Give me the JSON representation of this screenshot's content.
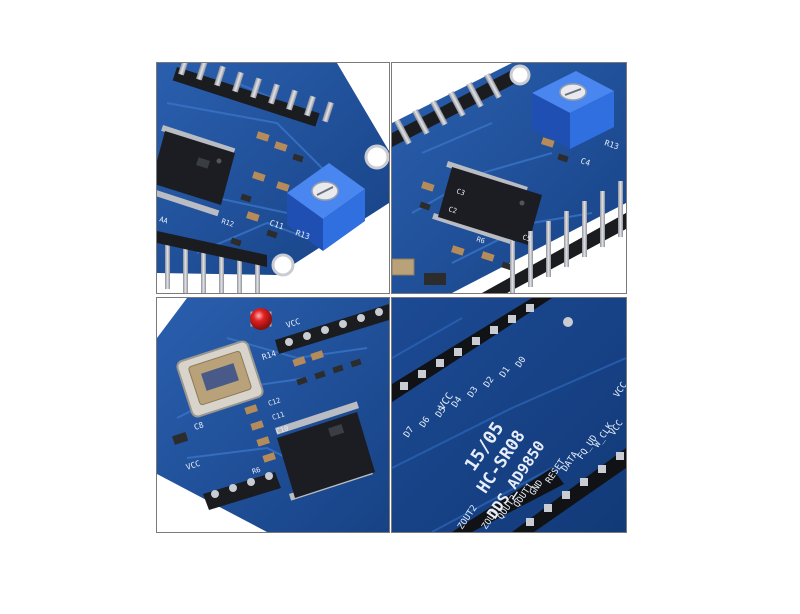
{
  "colors": {
    "pcb": "#1e4f9a",
    "pcb_dark": "#16407f",
    "pcb_light": "#2d62b0",
    "trace": "#3a74c8",
    "silkscreen": "#e8eef8",
    "chip": "#1b1d22",
    "pin": "#c9ccd2",
    "pin_dark": "#8d9099",
    "trimmer_blue": "#2f6fe0",
    "trimmer_blue_dark": "#1f4fb2",
    "led_red": "#e32222",
    "crystal": "#b9a27a",
    "frame": "#7a7a7a"
  },
  "panels": [
    {
      "id": "top-left",
      "labels": {
        "c11": "C11",
        "r13": "R13",
        "r12": "R12",
        "aa": "AA"
      }
    },
    {
      "id": "top-right",
      "labels": {
        "c4": "C4",
        "r13": "R13",
        "c5": "C5",
        "r6": "R6",
        "c3": "C3",
        "c2": "C2"
      }
    },
    {
      "id": "bottom-left",
      "labels": {
        "r14": "R14",
        "vcc_top": "VCC",
        "c8": "C8",
        "vcc_bottom": "VCC",
        "r6": "R6",
        "c12": "C12",
        "c11": "C11",
        "c10": "C10"
      }
    },
    {
      "id": "bottom-right",
      "labels": {
        "vcc_left": "VCC",
        "d_labels": [
          "D7",
          "D6",
          "D5",
          "D4",
          "D3",
          "D2",
          "D1",
          "D0"
        ],
        "date": "15/05",
        "model": "HC-SR08",
        "chip_name": "DDS_AD9850",
        "pins_right": [
          "VCC",
          "W_CLK",
          "FQ_UD",
          "DATA",
          "RESET",
          "GND",
          "QOUT1",
          "QOUT2",
          "ZOUT1",
          "ZOUT2"
        ],
        "vcc_right": "VCC"
      }
    }
  ]
}
